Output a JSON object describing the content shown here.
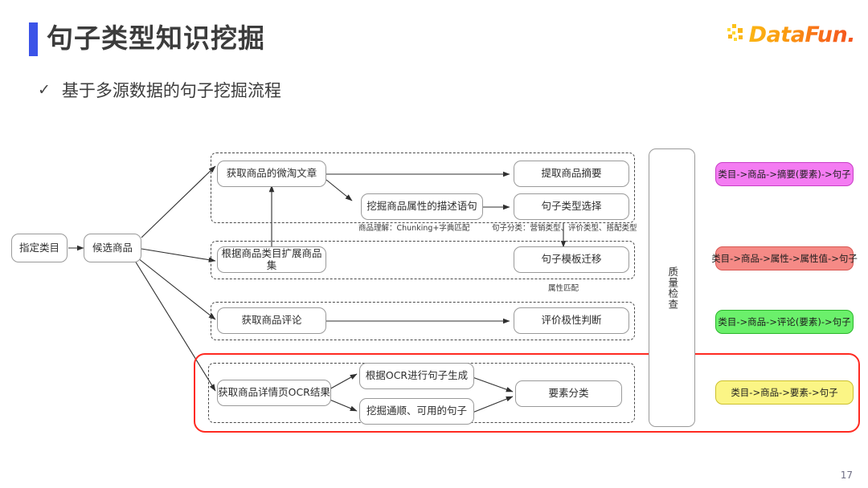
{
  "header": {
    "title": "句子类型知识挖掘",
    "subtitle": "基于多源数据的句子挖掘流程",
    "check_icon": "✓",
    "accent_color": "#3b53e8",
    "logo_text": "DataFun.",
    "logo_color_start": "#fbb615",
    "logo_color_end": "#f4511e"
  },
  "diagram": {
    "start_nodes": [
      {
        "id": "specify-category",
        "label": "指定类目"
      },
      {
        "id": "candidate-product",
        "label": "候选商品"
      }
    ],
    "groups": [
      {
        "id": "weitao-group",
        "nodes": [
          {
            "id": "get-weitao-article",
            "label": "获取商品的微淘文章"
          },
          {
            "id": "mine-attr-desc",
            "label": "挖掘商品属性的描述语句"
          },
          {
            "id": "extract-summary",
            "label": "提取商品摘要"
          },
          {
            "id": "sentence-type-select",
            "label": "句子类型选择"
          }
        ],
        "captions": [
          {
            "id": "caption-product-understanding",
            "text": "商品理解：Chunking+字典匹配"
          },
          {
            "id": "caption-sentence-classification",
            "text": "句子分类：营销类型、评价类型、搭配类型"
          }
        ]
      },
      {
        "id": "expand-group",
        "nodes": [
          {
            "id": "expand-product-set",
            "label": "根据商品类目扩展商品集"
          },
          {
            "id": "sentence-template-transfer",
            "label": "句子模板迁移"
          }
        ],
        "captions": [
          {
            "id": "caption-attribute-match",
            "text": "属性匹配"
          }
        ]
      },
      {
        "id": "review-group",
        "nodes": [
          {
            "id": "get-product-review",
            "label": "获取商品评论"
          },
          {
            "id": "review-polarity",
            "label": "评价极性判断"
          }
        ],
        "captions": []
      },
      {
        "id": "ocr-group",
        "nodes": [
          {
            "id": "get-detail-ocr",
            "label": "获取商品详情页OCR结果"
          },
          {
            "id": "ocr-sentence-gen",
            "label": "根据OCR进行句子生成"
          },
          {
            "id": "mine-fluent-sentence",
            "label": "挖掘通顺、可用的句子"
          },
          {
            "id": "element-classification",
            "label": "要素分类"
          }
        ],
        "captions": []
      }
    ],
    "quality_check": {
      "id": "quality-check",
      "label": "质量检查"
    },
    "legends": [
      {
        "id": "legend-summary",
        "label": "类目->商品->摘要(要素)->句子",
        "fill": "#f47cf2",
        "border": "#c83ec6"
      },
      {
        "id": "legend-attribute",
        "label": "类目->商品->属性->属性值->句子",
        "fill": "#f58a86",
        "border": "#d95651"
      },
      {
        "id": "legend-review",
        "label": "类目->商品->评论(要素)->句子",
        "fill": "#6bf06b",
        "border": "#2bb62b"
      },
      {
        "id": "legend-element",
        "label": "类目->商品->要素->句子",
        "fill": "#fbf585",
        "border": "#ccc02c"
      }
    ],
    "highlight_color": "#ff2a21"
  },
  "footer": {
    "page_number": "17"
  }
}
